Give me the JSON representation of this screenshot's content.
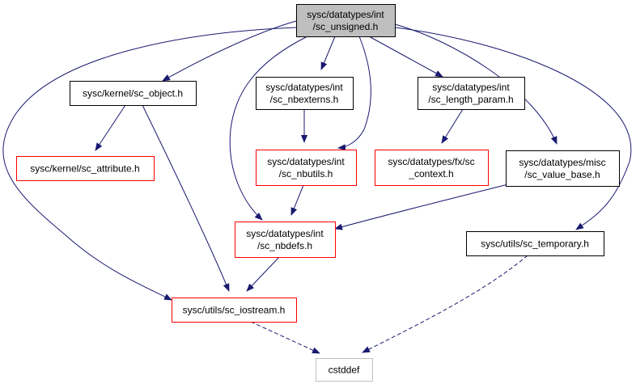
{
  "colors": {
    "root_fill": "#bfbfbf",
    "box_stroke": "#000000",
    "missing_stroke": "#ff0000",
    "system_stroke": "#bfbfbf",
    "edge": "#191970",
    "edge_system": "#63b8ff"
  },
  "nodes": [
    {
      "id": "sc_unsigned",
      "kind": "root",
      "lines": [
        "sysc/datatypes/int",
        "/sc_unsigned.h"
      ]
    },
    {
      "id": "sc_object",
      "kind": "normal",
      "lines": [
        "sysc/kernel/sc_object.h"
      ]
    },
    {
      "id": "sc_nbexterns",
      "kind": "normal",
      "lines": [
        "sysc/datatypes/int",
        "/sc_nbexterns.h"
      ]
    },
    {
      "id": "sc_length_param",
      "kind": "normal",
      "lines": [
        "sysc/datatypes/int",
        "/sc_length_param.h"
      ]
    },
    {
      "id": "sc_attribute",
      "kind": "missing",
      "lines": [
        "sysc/kernel/sc_attribute.h"
      ]
    },
    {
      "id": "sc_nbutils",
      "kind": "missing",
      "lines": [
        "sysc/datatypes/int",
        "/sc_nbutils.h"
      ]
    },
    {
      "id": "sc_context",
      "kind": "missing",
      "lines": [
        "sysc/datatypes/fx/sc",
        "_context.h"
      ]
    },
    {
      "id": "sc_value_base",
      "kind": "normal",
      "lines": [
        "sysc/datatypes/misc",
        "/sc_value_base.h"
      ]
    },
    {
      "id": "sc_nbdefs",
      "kind": "missing",
      "lines": [
        "sysc/datatypes/int",
        "/sc_nbdefs.h"
      ]
    },
    {
      "id": "sc_temporary",
      "kind": "normal",
      "lines": [
        "sysc/utils/sc_temporary.h"
      ]
    },
    {
      "id": "sc_iostream",
      "kind": "missing",
      "lines": [
        "sysc/utils/sc_iostream.h"
      ]
    },
    {
      "id": "cstddef",
      "kind": "system",
      "lines": [
        "cstddef"
      ]
    }
  ],
  "edges": [
    {
      "from": "sc_unsigned",
      "to": "sc_object"
    },
    {
      "from": "sc_unsigned",
      "to": "sc_nbexterns"
    },
    {
      "from": "sc_unsigned",
      "to": "sc_length_param"
    },
    {
      "from": "sc_unsigned",
      "to": "sc_value_base"
    },
    {
      "from": "sc_unsigned",
      "to": "sc_temporary"
    },
    {
      "from": "sc_unsigned",
      "to": "sc_iostream"
    },
    {
      "from": "sc_unsigned",
      "to": "sc_nbdefs"
    },
    {
      "from": "sc_unsigned",
      "to": "sc_nbutils"
    },
    {
      "from": "sc_object",
      "to": "sc_attribute"
    },
    {
      "from": "sc_object",
      "to": "sc_iostream"
    },
    {
      "from": "sc_nbexterns",
      "to": "sc_nbutils"
    },
    {
      "from": "sc_length_param",
      "to": "sc_context"
    },
    {
      "from": "sc_nbutils",
      "to": "sc_nbdefs"
    },
    {
      "from": "sc_value_base",
      "to": "sc_nbdefs"
    },
    {
      "from": "sc_nbdefs",
      "to": "sc_iostream"
    },
    {
      "from": "sc_iostream",
      "to": "cstddef"
    },
    {
      "from": "sc_temporary",
      "to": "cstddef"
    }
  ]
}
